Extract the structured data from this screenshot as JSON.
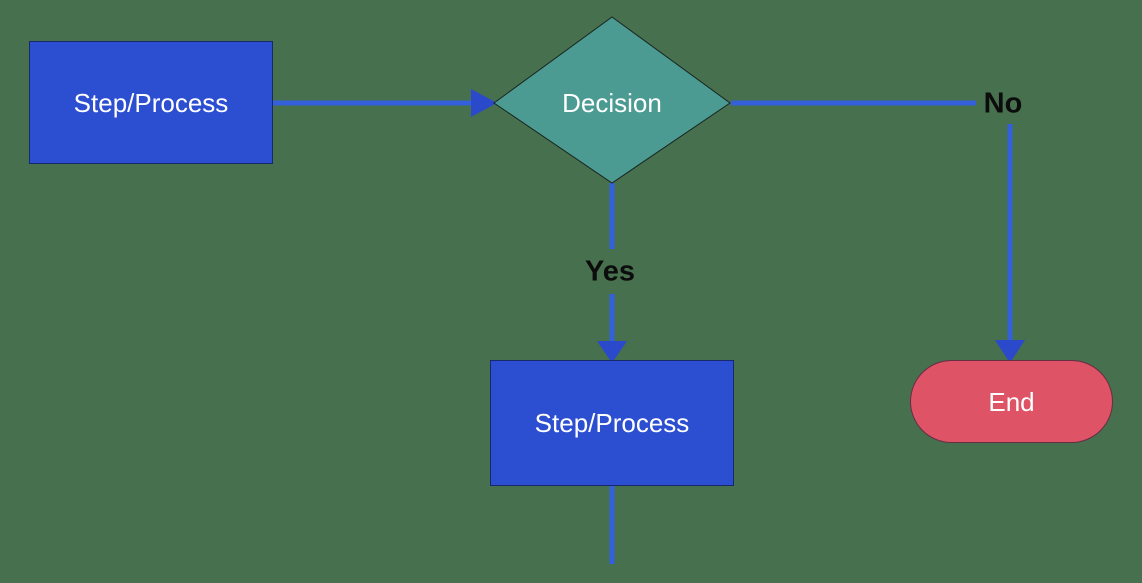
{
  "diagram": {
    "type": "flowchart",
    "nodes": [
      {
        "id": "process-1",
        "shape": "rectangle",
        "label": "Step/Process"
      },
      {
        "id": "decision-1",
        "shape": "diamond",
        "label": "Decision"
      },
      {
        "id": "process-2",
        "shape": "rectangle",
        "label": "Step/Process"
      },
      {
        "id": "end-1",
        "shape": "rounded-pill",
        "label": "End"
      }
    ],
    "edges": [
      {
        "from": "process-1",
        "to": "decision-1",
        "label": ""
      },
      {
        "from": "decision-1",
        "to": "end-1",
        "label": "No"
      },
      {
        "from": "decision-1",
        "to": "process-2",
        "label": "Yes"
      },
      {
        "from": "process-2",
        "to": "off-canvas-bottom",
        "label": ""
      }
    ],
    "edge_labels": {
      "yes": "Yes",
      "no": "No"
    }
  },
  "colors": {
    "background": "#47704E",
    "process_fill": "#2C4ED1",
    "decision_fill": "#4C9B93",
    "terminator_fill": "#DE5366",
    "connector": "#3560DB",
    "arrowhead": "#2B49CB",
    "node_text": "#FFFFFF",
    "edge_label_text": "#0C0C0C"
  }
}
